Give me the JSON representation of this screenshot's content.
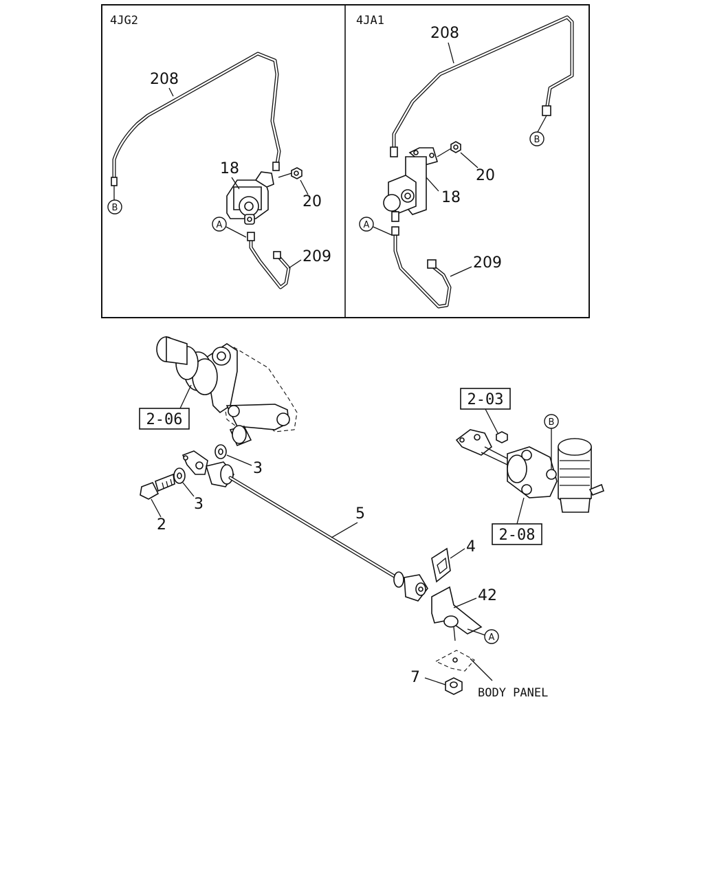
{
  "panels": {
    "left": {
      "engine": "4JG2",
      "labels": {
        "pipe_upper": "208",
        "cylinder": "18",
        "nut": "20",
        "pipe_lower": "209"
      }
    },
    "right": {
      "engine": "4JA1",
      "labels": {
        "pipe_upper": "208",
        "cylinder": "18",
        "nut": "20",
        "pipe_lower": "209"
      }
    }
  },
  "refs": {
    "a": "A",
    "b": "B"
  },
  "main": {
    "boxes": {
      "slave_ref": "2-06",
      "bolt_ref": "2-03",
      "master_ref": "2-08"
    },
    "labels": {
      "bolt": "2",
      "washer_upper": "3",
      "washer_lower": "3",
      "clip": "4",
      "rod": "5",
      "bracket": "42",
      "nut": "7"
    },
    "body_panel": "BODY PANEL"
  }
}
